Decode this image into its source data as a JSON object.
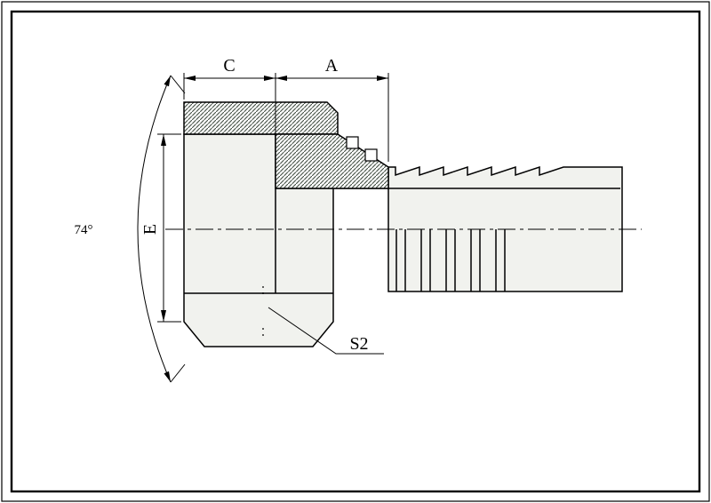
{
  "drawing": {
    "labels": {
      "dim_c": "C",
      "dim_a": "A",
      "dim_e": "E",
      "hex_across_flats": "S2",
      "cone_angle": "74°"
    },
    "colors": {
      "line": "#000000",
      "hatch": "#424d42",
      "body_fill": "#f1f2ee",
      "background": "#ffffff",
      "frame": "#000000"
    }
  }
}
